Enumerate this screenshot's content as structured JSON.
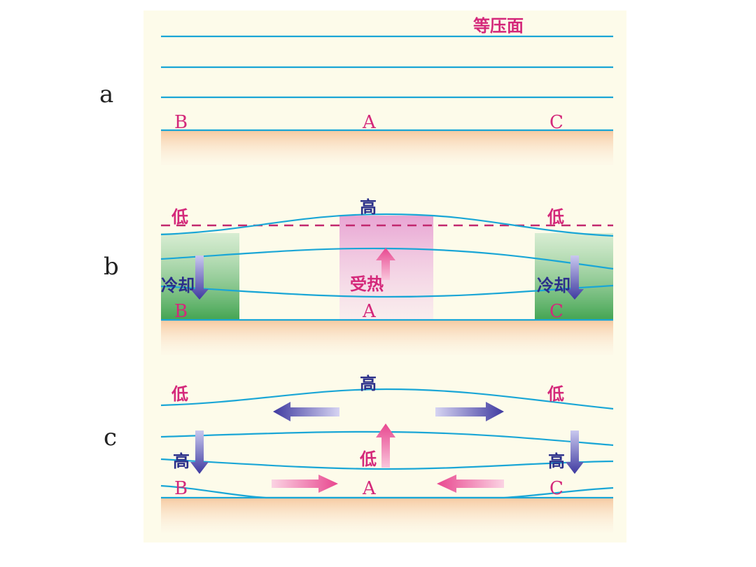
{
  "panel_a": {
    "label": "a",
    "isobar_label": "等压面",
    "points": [
      "B",
      "A",
      "C"
    ]
  },
  "panel_b": {
    "label": "b",
    "points": [
      "B",
      "A",
      "C"
    ],
    "high": "高",
    "low_left": "低",
    "low_right": "低",
    "cooling_left": "冷却",
    "cooling_right": "冷却",
    "heating": "受热"
  },
  "panel_c": {
    "label": "c",
    "points": [
      "B",
      "A",
      "C"
    ],
    "upper_high": "高",
    "upper_low_left": "低",
    "upper_low_right": "低",
    "surface_high_left": "高",
    "surface_high_right": "高",
    "surface_low": "低"
  },
  "colors": {
    "background": "#fdfbea",
    "ground": "#f6c9a0",
    "isobar": "#1aa6d6",
    "label_pink": "#d4287a",
    "label_navy": "#2b2f8a",
    "cool_zone": "#3aa04a",
    "warm_zone": "#e7a0d2"
  }
}
